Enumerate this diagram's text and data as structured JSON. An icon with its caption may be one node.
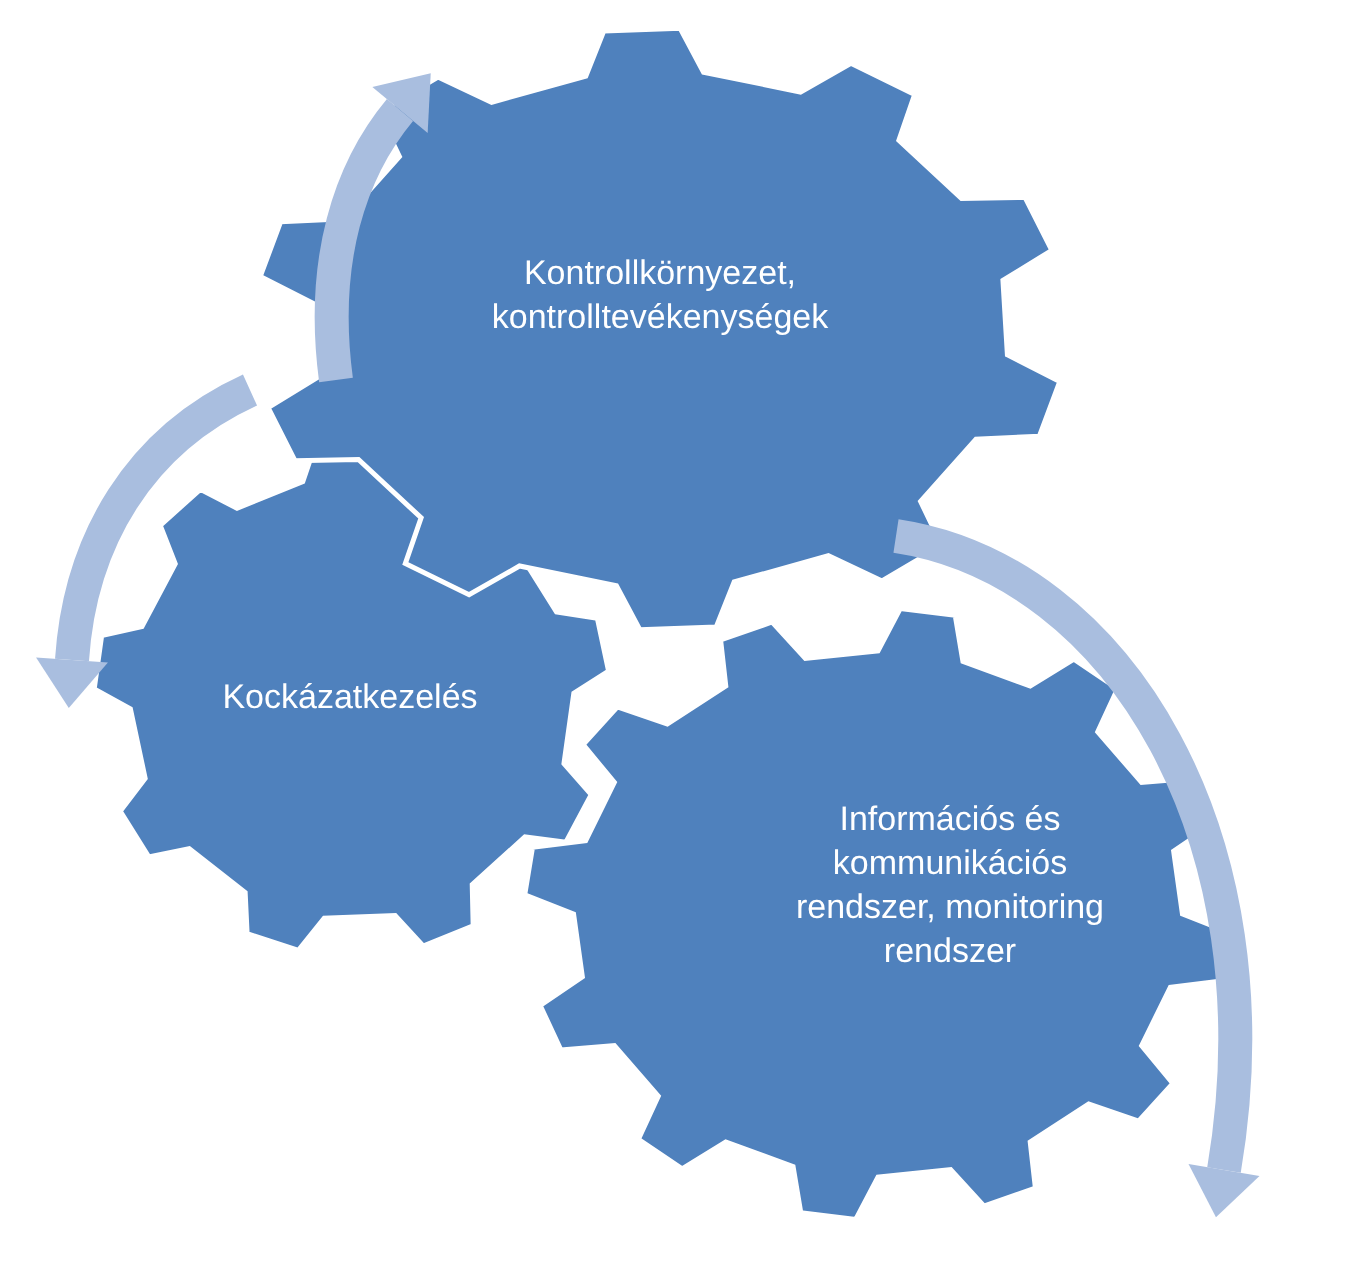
{
  "diagram": {
    "nodes": [
      {
        "text": [
          "Kontrollkörnyezet, kontrolltevékenységek"
        ]
      },
      {
        "text": [
          "Kockázatkezelés"
        ]
      },
      {
        "text": [
          "Információs és kommunikációs rendszer, monitoring rendszer"
        ]
      }
    ]
  }
}
